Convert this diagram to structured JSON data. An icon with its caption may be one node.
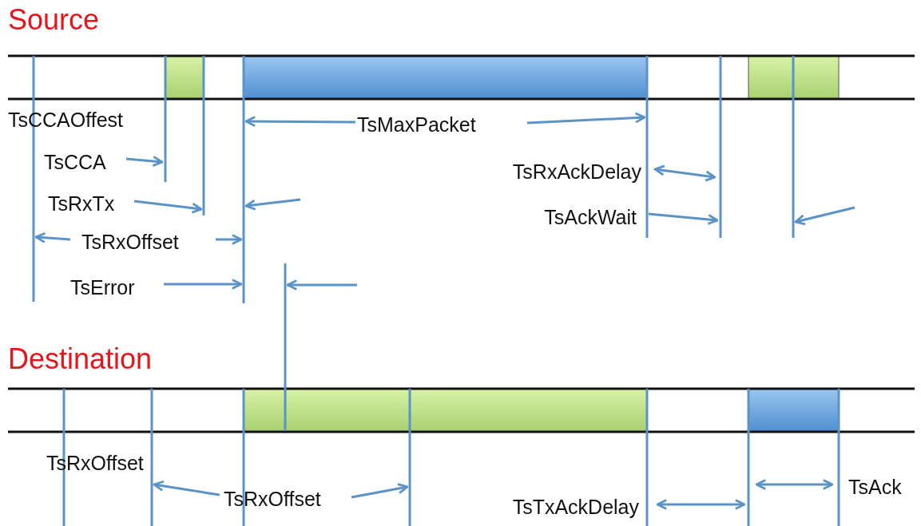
{
  "diagram": {
    "labels": [
      "Source",
      "TsCCAOffest",
      "TsMaxPacket",
      "TsCCA",
      "TsRxAckDelay",
      "TsRxTx",
      "TsAckWait",
      "TsRxOffset",
      "TsError",
      "Destination",
      "TsRxOffset",
      "TsRxOffset",
      "TsAck",
      "TsTxAckDelay"
    ]
  }
}
